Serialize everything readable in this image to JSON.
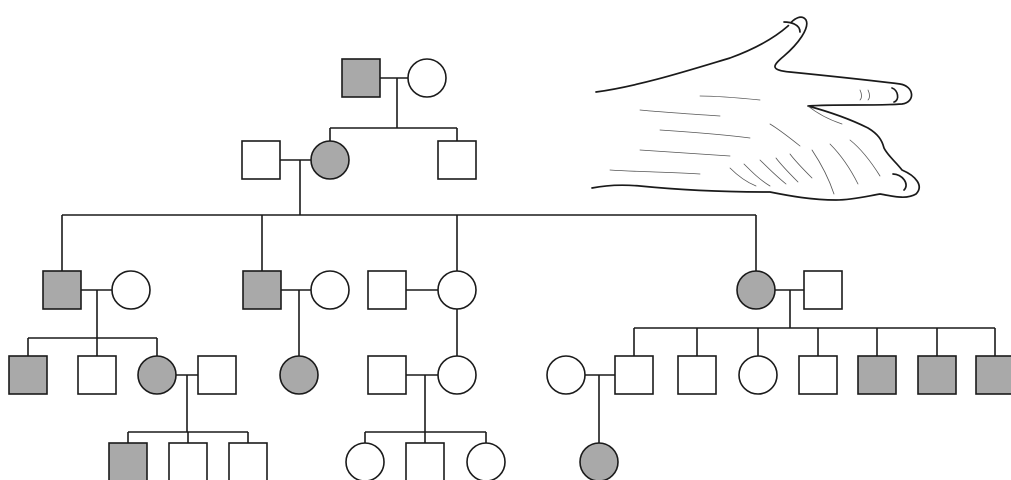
{
  "colors": {
    "affected": "#a9a9a9",
    "unaffected": "#ffffff",
    "line": "#1a1a1a"
  },
  "legend_symbols": {
    "affected_male": "shaded-square",
    "unaffected_male": "open-square",
    "affected_female": "shaded-circle",
    "unaffected_female": "open-circle"
  },
  "pedigree": {
    "generations": [
      {
        "id": "I",
        "individuals": [
          {
            "id": "I-1",
            "sex": "male",
            "affected": true
          },
          {
            "id": "I-2",
            "sex": "female",
            "affected": false
          }
        ]
      },
      {
        "id": "II",
        "individuals": [
          {
            "id": "II-1",
            "sex": "male",
            "affected": false
          },
          {
            "id": "II-2",
            "sex": "female",
            "affected": true
          },
          {
            "id": "II-3",
            "sex": "male",
            "affected": false
          }
        ]
      },
      {
        "id": "III",
        "individuals": [
          {
            "id": "III-1",
            "sex": "male",
            "affected": true
          },
          {
            "id": "III-2",
            "sex": "female",
            "affected": false
          },
          {
            "id": "III-3",
            "sex": "male",
            "affected": true
          },
          {
            "id": "III-4",
            "sex": "female",
            "affected": false
          },
          {
            "id": "III-5",
            "sex": "male",
            "affected": false
          },
          {
            "id": "III-6",
            "sex": "female",
            "affected": false
          },
          {
            "id": "III-7",
            "sex": "female",
            "affected": true
          },
          {
            "id": "III-8",
            "sex": "male",
            "affected": false
          }
        ]
      },
      {
        "id": "IV",
        "individuals": [
          {
            "id": "IV-1",
            "sex": "male",
            "affected": true
          },
          {
            "id": "IV-2",
            "sex": "male",
            "affected": false
          },
          {
            "id": "IV-3",
            "sex": "female",
            "affected": true
          },
          {
            "id": "IV-4",
            "sex": "male",
            "affected": false
          },
          {
            "id": "IV-5",
            "sex": "female",
            "affected": true
          },
          {
            "id": "IV-6",
            "sex": "male",
            "affected": false
          },
          {
            "id": "IV-7",
            "sex": "female",
            "affected": false
          },
          {
            "id": "IV-8",
            "sex": "female",
            "affected": false
          },
          {
            "id": "IV-9",
            "sex": "male",
            "affected": false
          },
          {
            "id": "IV-10",
            "sex": "male",
            "affected": false
          },
          {
            "id": "IV-11",
            "sex": "female",
            "affected": false
          },
          {
            "id": "IV-12",
            "sex": "male",
            "affected": false
          },
          {
            "id": "IV-13",
            "sex": "male",
            "affected": true
          },
          {
            "id": "IV-14",
            "sex": "male",
            "affected": true
          },
          {
            "id": "IV-15",
            "sex": "male",
            "affected": true
          }
        ]
      },
      {
        "id": "V",
        "individuals": [
          {
            "id": "V-1",
            "sex": "male",
            "affected": true
          },
          {
            "id": "V-2",
            "sex": "male",
            "affected": false
          },
          {
            "id": "V-3",
            "sex": "male",
            "affected": false
          },
          {
            "id": "V-4",
            "sex": "female",
            "affected": false
          },
          {
            "id": "V-5",
            "sex": "male",
            "affected": false
          },
          {
            "id": "V-6",
            "sex": "female",
            "affected": false
          },
          {
            "id": "V-7",
            "sex": "female",
            "affected": true
          }
        ]
      }
    ]
  },
  "illustration": {
    "subject": "hand-icon"
  }
}
